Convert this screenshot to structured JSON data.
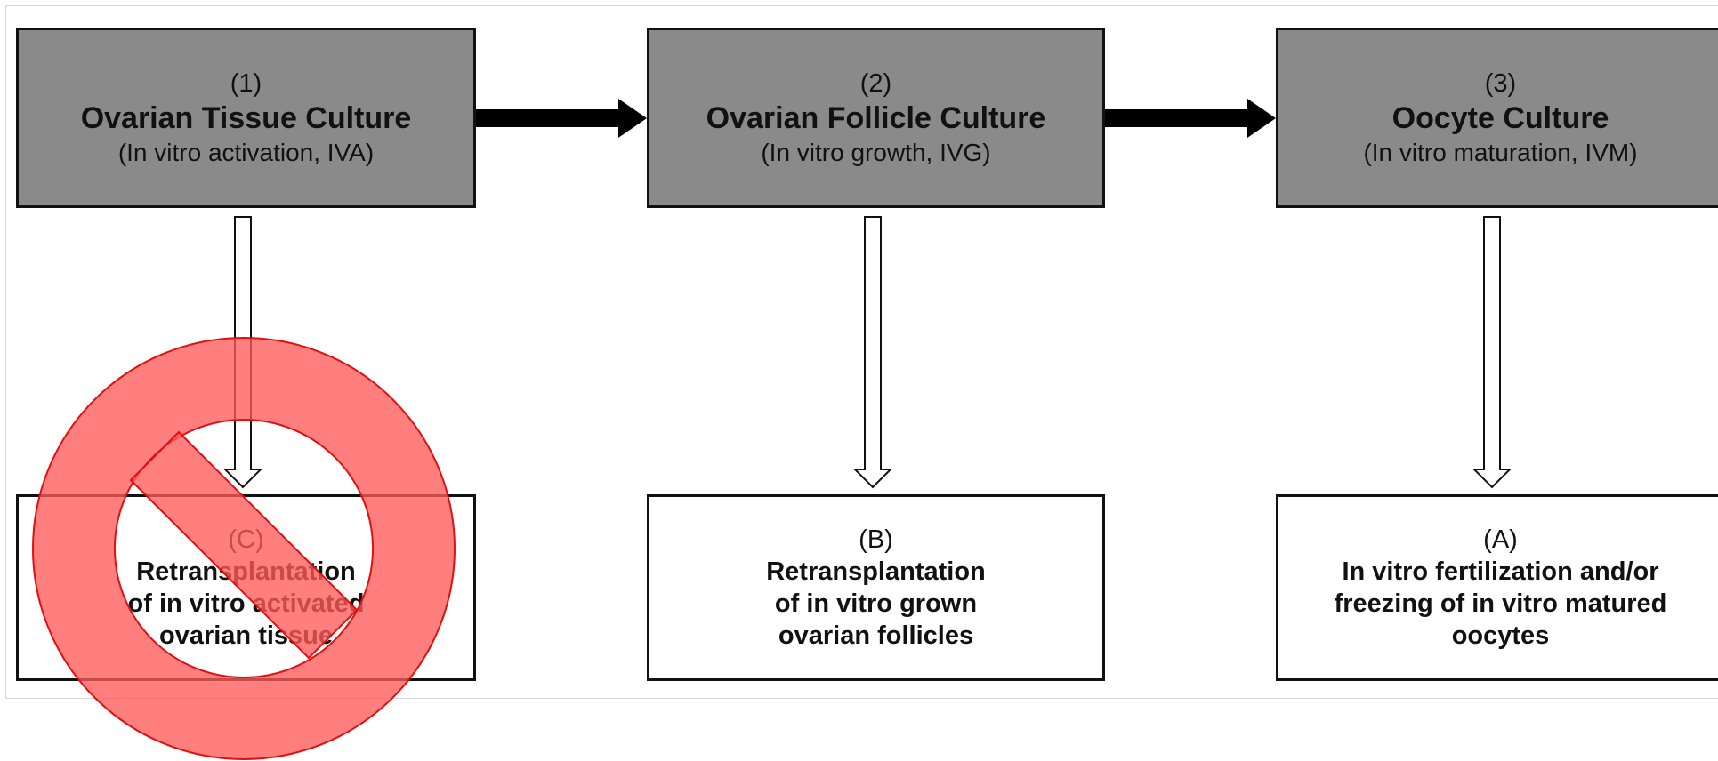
{
  "steps": [
    {
      "number": "(1)",
      "title": "Ovarian Tissue Culture",
      "subtitle": "(In vitro activation, IVA)"
    },
    {
      "number": "(2)",
      "title": "Ovarian Follicle Culture",
      "subtitle": "(In vitro growth, IVG)"
    },
    {
      "number": "(3)",
      "title": "Oocyte Culture",
      "subtitle": "(In vitro maturation, IVM)"
    }
  ],
  "outcomes": [
    {
      "letter": "(C)",
      "lines": [
        "Retransplantation",
        "of in vitro activated",
        "ovarian tissue"
      ]
    },
    {
      "letter": "(B)",
      "lines": [
        "Retransplantation",
        "of in vitro grown",
        "ovarian follicles"
      ]
    },
    {
      "letter": "(A)",
      "lines": [
        "In vitro fertilization and/or",
        "freezing of in vitro matured",
        "oocytes"
      ]
    }
  ],
  "colors": {
    "step_fill": "#8a8a8a",
    "prohibition": "#ff5a5a"
  },
  "icons": {
    "prohibition": "no-entry-icon"
  }
}
